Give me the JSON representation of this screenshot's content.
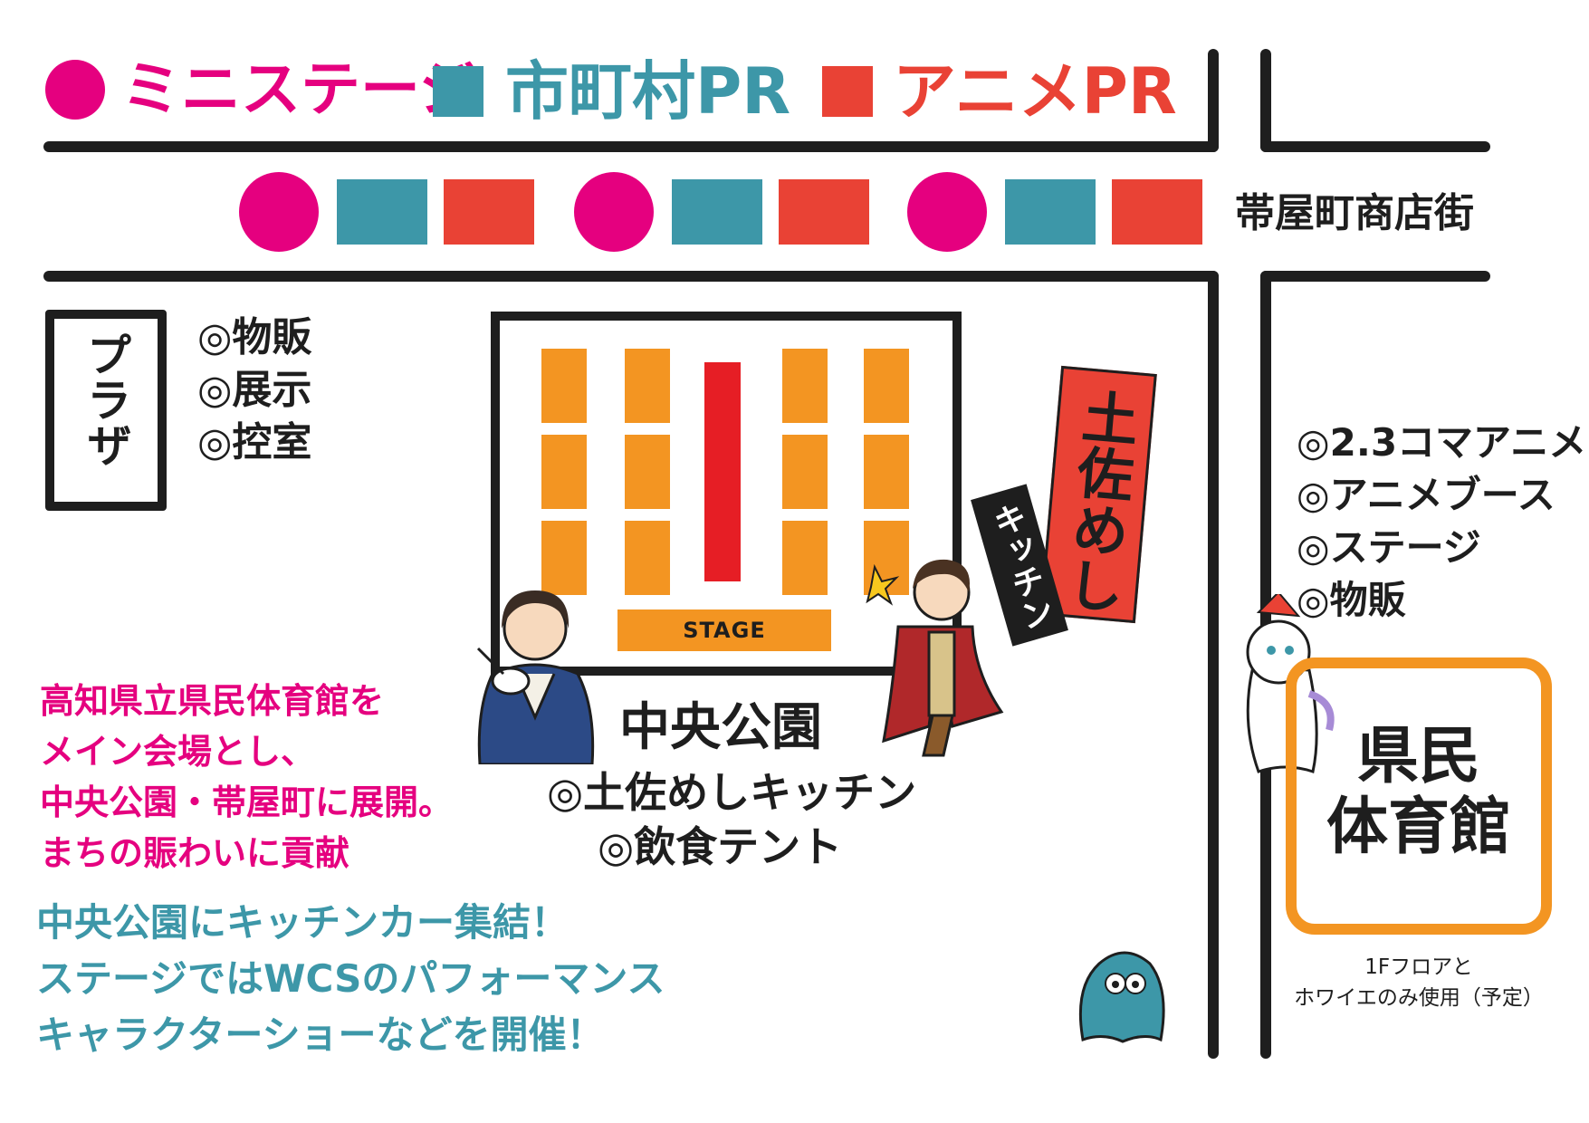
{
  "colors": {
    "mini_stage": "#e5007f",
    "municipal_pr": "#3d97a8",
    "anime_pr": "#e94235",
    "stage_orange": "#f39522",
    "stage_red": "#e61e25",
    "road": "#1e1e1e",
    "gym_outline": "#f39522"
  },
  "legend": {
    "mini_stage": "ミニステージ",
    "municipal_pr": "市町村PR",
    "anime_pr": "アニメPR"
  },
  "shopping_street": {
    "name": "帯屋町商店街",
    "booth_sequence": [
      "mini_stage",
      "municipal_pr",
      "anime_pr",
      "mini_stage",
      "municipal_pr",
      "anime_pr",
      "mini_stage",
      "municipal_pr",
      "anime_pr"
    ]
  },
  "plaza": {
    "name": "プラザ",
    "facilities": [
      "◎物販",
      "◎展示",
      "◎控室"
    ]
  },
  "park": {
    "stage_label": "STAGE",
    "name": "中央公園",
    "facilities": [
      "◎土佐めしキッチン",
      "◎飲食テント"
    ],
    "banner_main": "土佐めし",
    "banner_sub": "キッチン"
  },
  "gym": {
    "name_line1": "県民",
    "name_line2": "体育館",
    "facilities": [
      "◎2.3コマアニメ",
      "◎アニメブース",
      "◎ステージ",
      "◎物販"
    ],
    "note_line1": "1Fフロアと",
    "note_line2": "ホワイエのみ使用（予定）"
  },
  "description_pink": [
    "高知県立県民体育館を",
    "メイン会場とし、",
    "中央公園・帯屋町に展開。",
    "まちの賑わいに貢献"
  ],
  "description_teal": [
    "中央公園にキッチンカー集結！",
    "ステージではWCSのパフォーマンス",
    "キャラクターショーなどを開催！"
  ]
}
